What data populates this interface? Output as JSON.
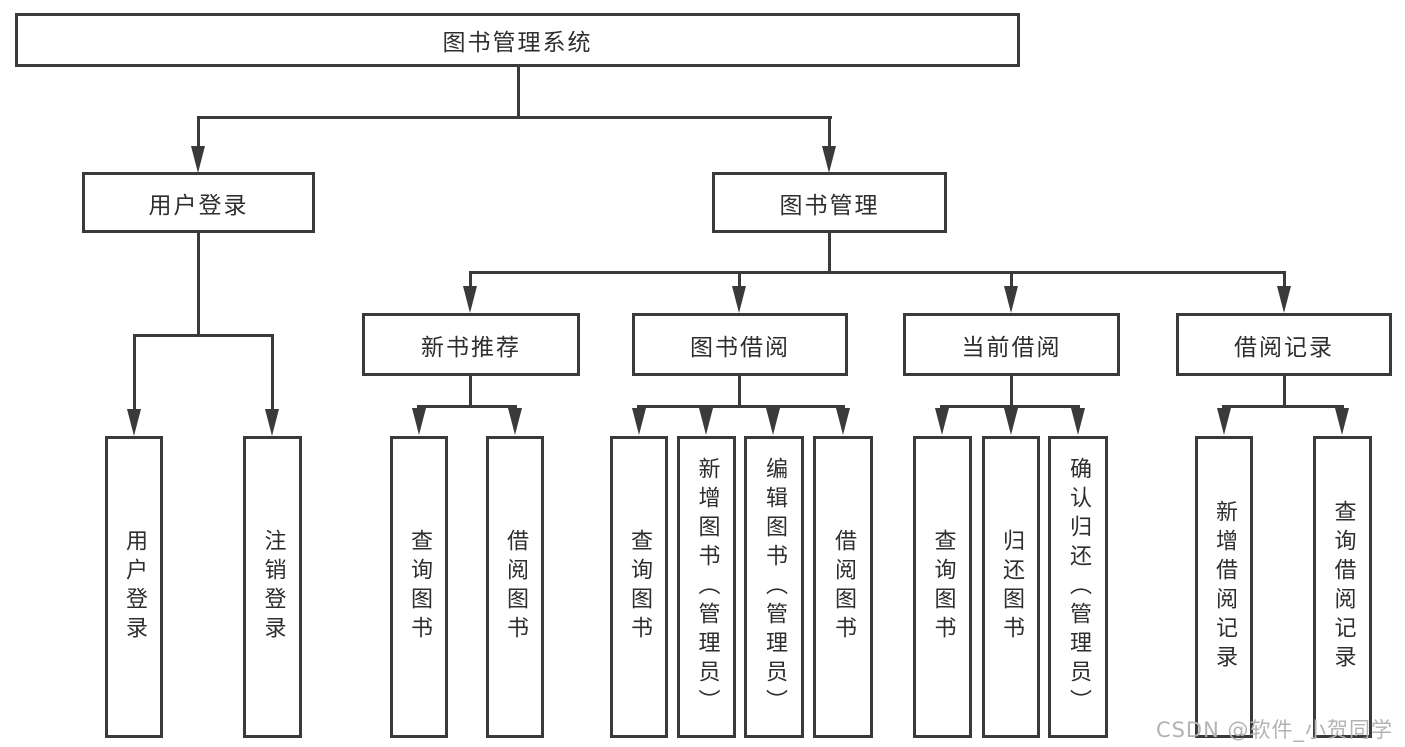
{
  "tree": {
    "root": {
      "label": "图书管理系统"
    },
    "branches": [
      {
        "label": "用户登录",
        "leaves": [
          {
            "label": "用户登录"
          },
          {
            "label": "注销登录"
          }
        ]
      },
      {
        "label": "图书管理",
        "children": [
          {
            "label": "新书推荐",
            "leaves": [
              {
                "label": "查询图书"
              },
              {
                "label": "借阅图书"
              }
            ]
          },
          {
            "label": "图书借阅",
            "leaves": [
              {
                "label": "查询图书"
              },
              {
                "label": "新增图书（管理员）"
              },
              {
                "label": "编辑图书（管理员）"
              },
              {
                "label": "借阅图书"
              }
            ]
          },
          {
            "label": "当前借阅",
            "leaves": [
              {
                "label": "查询图书"
              },
              {
                "label": "归还图书"
              },
              {
                "label": "确认归还（管理员）"
              }
            ]
          },
          {
            "label": "借阅记录",
            "leaves": [
              {
                "label": "新增借阅记录"
              },
              {
                "label": "查询借阅记录"
              }
            ]
          }
        ]
      }
    ]
  },
  "watermark": {
    "text": "CSDN @软件_小贺同学"
  },
  "colors": {
    "line": "#3a3a3a",
    "text": "#2e2e2e",
    "background": "#ffffff",
    "watermark": "#b3b3b3"
  }
}
